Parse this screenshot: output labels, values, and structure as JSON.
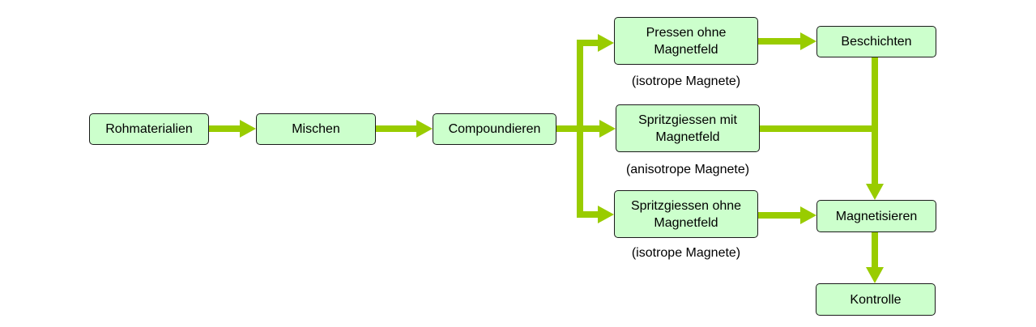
{
  "diagram": {
    "colors": {
      "box_fill": "#ccffcc",
      "box_border": "#1a1a1a",
      "arrow": "#99cc00"
    },
    "nodes": {
      "rohmaterialien": "Rohmaterialien",
      "mischen": "Mischen",
      "compoundieren": "Compoundieren",
      "pressen": "Pressen ohne Magnetfeld",
      "spritz_mit": "Spritzgiessen mit Magnetfeld",
      "spritz_ohne": "Spritzgiessen ohne Magnetfeld",
      "beschichten": "Beschichten",
      "magnetisieren": "Magnetisieren",
      "kontrolle": "Kontrolle"
    },
    "notes": {
      "isotrope_1": "(isotrope Magnete)",
      "anisotrope": "(anisotrope Magnete)",
      "isotrope_2": "(isotrope Magnete)"
    }
  }
}
